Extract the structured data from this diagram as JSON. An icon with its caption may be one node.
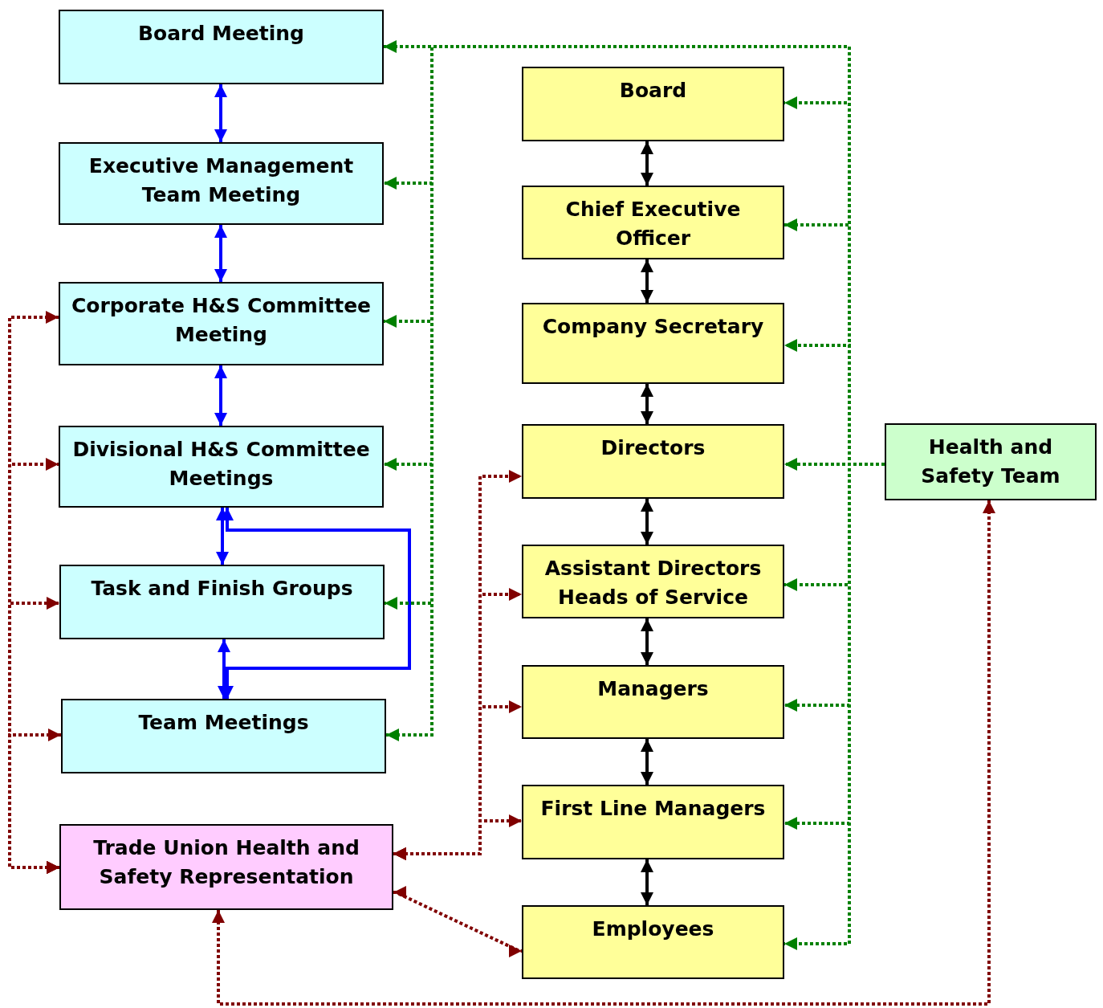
{
  "diagram": {
    "nodes": [
      {
        "text": [
          "Board Meeting"
        ]
      },
      {
        "text": [
          "Executive Management Team Meeting"
        ]
      },
      {
        "text": [
          "Corporate H&S Committee Meeting"
        ]
      },
      {
        "text": [
          "Divisional H&S Committee Meetings"
        ]
      },
      {
        "text": [
          "Task and Finish Groups"
        ]
      },
      {
        "text": [
          "Team Meetings"
        ]
      },
      {
        "text": [
          "Trade Union Health and Safety Representation"
        ]
      },
      {
        "text": [
          "Board"
        ]
      },
      {
        "text": [
          "Chief Executive Officer"
        ]
      },
      {
        "text": [
          "Company Secretary"
        ]
      },
      {
        "text": [
          "Directors"
        ]
      },
      {
        "text": [
          "Assistant Directors Heads of Service"
        ]
      },
      {
        "text": [
          "Managers"
        ]
      },
      {
        "text": [
          "First Line Managers"
        ]
      },
      {
        "text": [
          "Employees"
        ]
      },
      {
        "text": [
          "Health and Safety Team"
        ]
      }
    ],
    "edges": [
      {
        "from": 0,
        "to": 1,
        "arrow": "both",
        "color": "#0000ff"
      },
      {
        "from": 1,
        "to": 2,
        "arrow": "both",
        "color": "#0000ff"
      },
      {
        "from": 2,
        "to": 3,
        "arrow": "both",
        "color": "#0000ff"
      },
      {
        "from": 3,
        "to": 4,
        "arrow": "both",
        "color": "#0000ff"
      },
      {
        "from": 4,
        "to": 5,
        "arrow": "both",
        "color": "#0000ff"
      },
      {
        "from": 3,
        "to": 5,
        "arrow": "both",
        "color": "#0000ff"
      },
      {
        "from": 7,
        "to": 8,
        "arrow": "both",
        "color": "#000000"
      },
      {
        "from": 8,
        "to": 9,
        "arrow": "both",
        "color": "#000000"
      },
      {
        "from": 9,
        "to": 10,
        "arrow": "both",
        "color": "#000000"
      },
      {
        "from": 10,
        "to": 11,
        "arrow": "both",
        "color": "#000000"
      },
      {
        "from": 11,
        "to": 12,
        "arrow": "both",
        "color": "#000000"
      },
      {
        "from": 12,
        "to": 13,
        "arrow": "both",
        "color": "#000000"
      },
      {
        "from": 13,
        "to": 14,
        "arrow": "both",
        "color": "#000000"
      },
      {
        "from": 15,
        "to": 0,
        "arrow": "to",
        "style": "dashed"
      },
      {
        "from": 15,
        "to": 1,
        "arrow": "to",
        "style": "dashed"
      },
      {
        "from": 15,
        "to": 2,
        "arrow": "to",
        "style": "dashed"
      },
      {
        "from": 15,
        "to": 3,
        "arrow": "to",
        "style": "dashed"
      },
      {
        "from": 15,
        "to": 4,
        "arrow": "to",
        "style": "dashed"
      },
      {
        "from": 15,
        "to": 5,
        "arrow": "to",
        "style": "dashed"
      },
      {
        "from": 15,
        "to": 7,
        "arrow": "to",
        "style": "dashed"
      },
      {
        "from": 15,
        "to": 8,
        "arrow": "to",
        "style": "dashed"
      },
      {
        "from": 15,
        "to": 9,
        "arrow": "to",
        "style": "dashed"
      },
      {
        "from": 15,
        "to": 10,
        "arrow": "to",
        "style": "dashed"
      },
      {
        "from": 15,
        "to": 11,
        "arrow": "to",
        "style": "dashed"
      },
      {
        "from": 15,
        "to": 12,
        "arrow": "to",
        "style": "dashed"
      },
      {
        "from": 15,
        "to": 13,
        "arrow": "to",
        "style": "dashed"
      },
      {
        "from": 15,
        "to": 14,
        "arrow": "to",
        "style": "dashed"
      },
      {
        "from": 6,
        "to": 2,
        "arrow": "both",
        "style": "dashed",
        "color": "#800000"
      },
      {
        "from": 6,
        "to": 3,
        "arrow": "both",
        "style": "dashed",
        "color": "#800000"
      },
      {
        "from": 6,
        "to": 4,
        "arrow": "both",
        "style": "dashed",
        "color": "#800000"
      },
      {
        "from": 6,
        "to": 5,
        "arrow": "both",
        "style": "dashed",
        "color": "#800000"
      },
      {
        "from": 6,
        "to": 10,
        "arrow": "both",
        "style": "dashed",
        "color": "#800000"
      },
      {
        "from": 6,
        "to": 11,
        "arrow": "both",
        "style": "dashed",
        "color": "#800000"
      },
      {
        "from": 6,
        "to": 12,
        "arrow": "both",
        "style": "dashed",
        "color": "#800000"
      },
      {
        "from": 6,
        "to": 13,
        "arrow": "both",
        "style": "dashed",
        "color": "#800000"
      },
      {
        "from": 6,
        "to": 14,
        "arrow": "both",
        "style": "dashed",
        "color": "#800000"
      },
      {
        "from": 6,
        "to": 15,
        "arrow": "both",
        "style": "dashed",
        "color": "#800000"
      }
    ]
  }
}
